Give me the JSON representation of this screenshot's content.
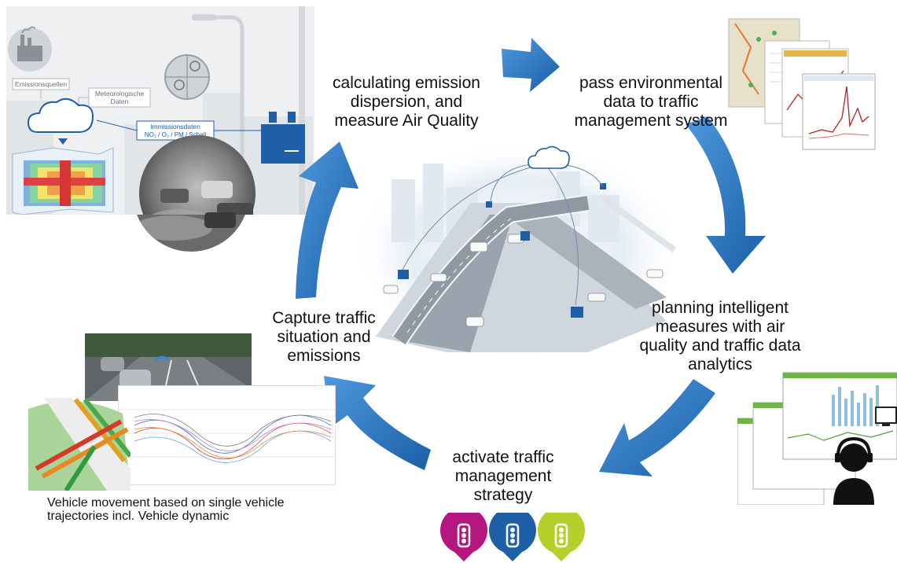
{
  "steps": {
    "calculate": {
      "line1": "calculating emission",
      "line2": "dispersion, and",
      "line3": "measure Air Quality"
    },
    "pass": {
      "line1": "pass environmental",
      "line2": "data to traffic",
      "line3": "management system"
    },
    "plan": {
      "line1": "planning intelligent",
      "line2": "measures with air",
      "line3": "quality and traffic data",
      "line4": "analytics"
    },
    "activate": {
      "line1": "activate traffic",
      "line2": "management",
      "line3": "strategy"
    },
    "capture": {
      "line1": "Capture traffic",
      "line2": "situation and",
      "line3": "emissions"
    }
  },
  "caption": {
    "line1": "Vehicle movement based on single vehicle",
    "line2": "trajectories incl. Vehicle dynamic"
  },
  "emission_panel": {
    "sources": "Emissionsquellen",
    "meteo_line1": "Meteorologische",
    "meteo_line2": "Daten",
    "immission_line1": "Immissionsdaten",
    "immission_line2": "NO₂ / O₃ / PM / Schall"
  },
  "colors": {
    "arrow_blue": "#2a78c8",
    "brand_blue": "#1f5fa8",
    "magenta": "#b5167f",
    "lime": "#b7cf2a"
  },
  "icons": [
    "traffic-light-magenta-icon",
    "traffic-light-blue-icon",
    "traffic-light-lime-icon",
    "operator-headset-icon",
    "cloud-icon",
    "sensor-box-icon"
  ]
}
